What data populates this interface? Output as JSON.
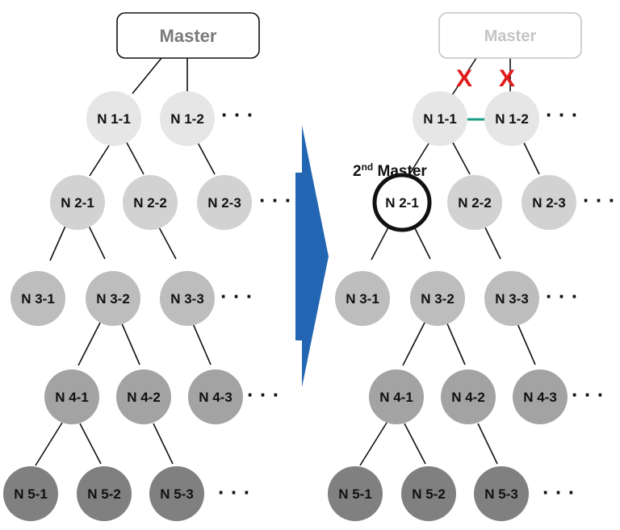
{
  "colors": {
    "level1": "#e6e6e6",
    "level2": "#d2d2d2",
    "level3": "#bdbdbd",
    "level4": "#a3a3a3",
    "level5": "#808080",
    "master_stroke": "#111111",
    "master_text": "#7a7a7a",
    "master_faded": "#c4c4c4",
    "arrow": "#2266b3",
    "cut_mark": "#e01b1b",
    "peer_link": "#1a9e85",
    "node_text": "#111111"
  },
  "ellipsis": "· · ·",
  "left_tree": {
    "master_label": "Master",
    "nodes": [
      {
        "id": "n1-1",
        "label": "N 1-1",
        "level": 1
      },
      {
        "id": "n1-2",
        "label": "N 1-2",
        "level": 1
      },
      {
        "id": "n2-1",
        "label": "N 2-1",
        "level": 2
      },
      {
        "id": "n2-2",
        "label": "N 2-2",
        "level": 2
      },
      {
        "id": "n2-3",
        "label": "N 2-3",
        "level": 2
      },
      {
        "id": "n3-1",
        "label": "N 3-1",
        "level": 3
      },
      {
        "id": "n3-2",
        "label": "N 3-2",
        "level": 3
      },
      {
        "id": "n3-3",
        "label": "N 3-3",
        "level": 3
      },
      {
        "id": "n4-1",
        "label": "N 4-1",
        "level": 4
      },
      {
        "id": "n4-2",
        "label": "N 4-2",
        "level": 4
      },
      {
        "id": "n4-3",
        "label": "N 4-3",
        "level": 4
      },
      {
        "id": "n5-1",
        "label": "N 5-1",
        "level": 5
      },
      {
        "id": "n5-2",
        "label": "N 5-2",
        "level": 5
      },
      {
        "id": "n5-3",
        "label": "N 5-3",
        "level": 5
      }
    ]
  },
  "right_tree": {
    "master_label": "Master",
    "second_master_label": "2nd Master",
    "second_master_base": "2",
    "second_master_sup": "nd",
    "second_master_rest": " Master",
    "cut_mark_label": "X",
    "nodes": [
      {
        "id": "n1-1",
        "label": "N 1-1",
        "level": 1
      },
      {
        "id": "n1-2",
        "label": "N 1-2",
        "level": 1
      },
      {
        "id": "n2-1",
        "label": "N 2-1",
        "level": 0
      },
      {
        "id": "n2-2",
        "label": "N 2-2",
        "level": 2
      },
      {
        "id": "n2-3",
        "label": "N 2-3",
        "level": 2
      },
      {
        "id": "n3-1",
        "label": "N 3-1",
        "level": 3
      },
      {
        "id": "n3-2",
        "label": "N 3-2",
        "level": 3
      },
      {
        "id": "n3-3",
        "label": "N 3-3",
        "level": 3
      },
      {
        "id": "n4-1",
        "label": "N 4-1",
        "level": 4
      },
      {
        "id": "n4-2",
        "label": "N 4-2",
        "level": 4
      },
      {
        "id": "n4-3",
        "label": "N 4-3",
        "level": 4
      },
      {
        "id": "n5-1",
        "label": "N 5-1",
        "level": 5
      },
      {
        "id": "n5-2",
        "label": "N 5-2",
        "level": 5
      },
      {
        "id": "n5-3",
        "label": "N 5-3",
        "level": 5
      }
    ]
  }
}
